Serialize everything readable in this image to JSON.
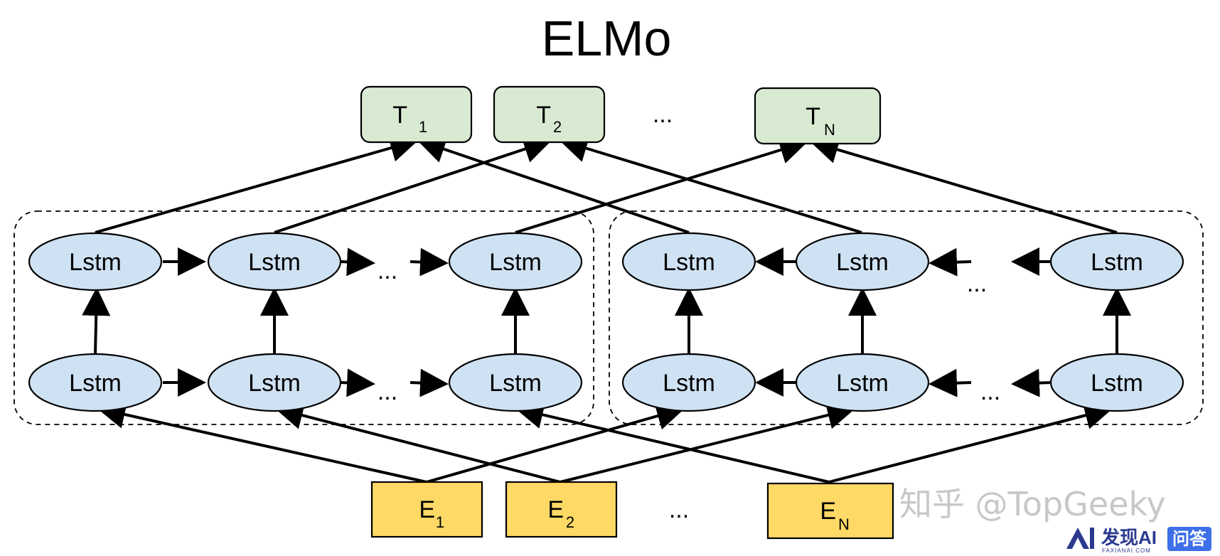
{
  "title": "ELMo",
  "lstm_label": "Lstm",
  "ellipsis": "...",
  "outputs": [
    {
      "base": "T",
      "sub": "1"
    },
    {
      "base": "T",
      "sub": "2"
    },
    {
      "base": "T",
      "sub": "N"
    }
  ],
  "inputs": [
    {
      "base": "E",
      "sub": "1"
    },
    {
      "base": "E",
      "sub": "2"
    },
    {
      "base": "E",
      "sub": "N"
    }
  ],
  "watermark": "知乎 @TopGeeky",
  "brand": {
    "name": "发现AI",
    "domain": "FAXIANAI.COM",
    "qa_label": "问答"
  },
  "colors": {
    "lstm_fill": "#cfe2f3",
    "output_fill": "#d9ead3",
    "input_fill": "#ffd966",
    "brand_blue": "#2b3a8f",
    "qa_badge": "#3d6fe8"
  }
}
